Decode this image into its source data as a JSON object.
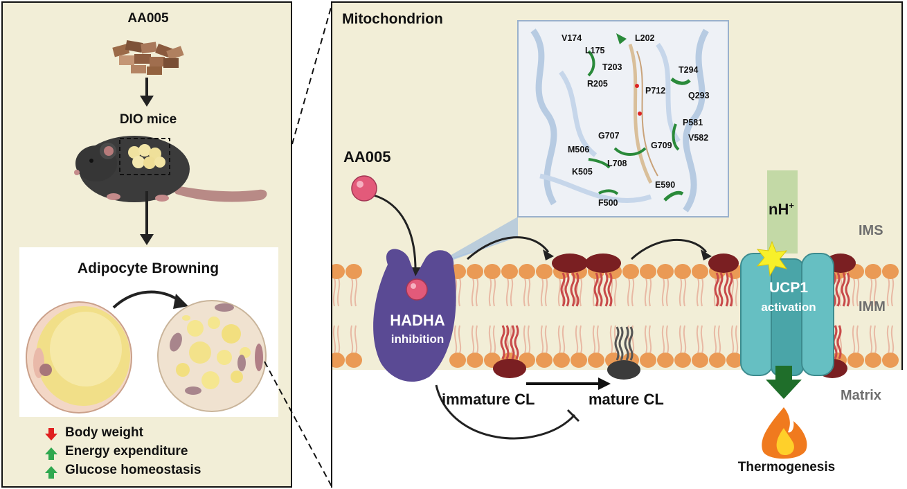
{
  "left": {
    "title": "AA005",
    "mice_label": "DIO mice",
    "browning_label": "Adipocyte Browning",
    "outcomes": [
      {
        "direction": "down",
        "color": "#e02020",
        "label": "Body weight"
      },
      {
        "direction": "up",
        "color": "#2fa84f",
        "label": "Energy expenditure"
      },
      {
        "direction": "up",
        "color": "#2fa84f",
        "label": "Glucose homeostasis"
      }
    ]
  },
  "right": {
    "title": "Mitochondrion",
    "compound": "AA005",
    "hadha": "HADHA",
    "hadha_sub": "inhibition",
    "immature": "immature CL",
    "mature": "mature CL",
    "proton": "nH",
    "proton_sup": "+",
    "ucp1": "UCP1",
    "ucp1_sub": "activation",
    "thermo": "Thermogenesis",
    "zones": {
      "ims": "IMS",
      "imm": "IMM",
      "matrix": "Matrix"
    },
    "residues": [
      "V174",
      "L202",
      "L175",
      "T203",
      "R205",
      "T294",
      "P712",
      "Q293",
      "P581",
      "G707",
      "V582",
      "G709",
      "M506",
      "L708",
      "K505",
      "E590",
      "F500"
    ]
  },
  "colors": {
    "panel_bg": "#f2eed7",
    "protein": "#5a4a94",
    "ucp1": "#66bfc2",
    "cardiolipin": "#7a1f22",
    "head": "#ea9a55"
  }
}
